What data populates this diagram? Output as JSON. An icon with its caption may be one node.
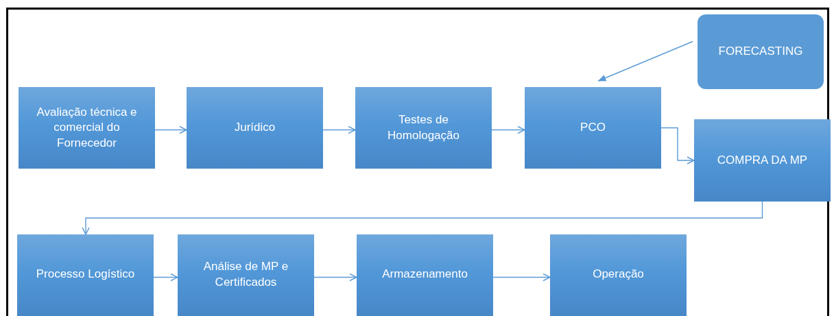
{
  "diagram": {
    "nodes": [
      {
        "text": [
          "Avaliação técnica e comercial do Fornecedor"
        ]
      },
      {
        "text": [
          "Jurídico"
        ]
      },
      {
        "text": [
          "Testes de Homologação"
        ]
      },
      {
        "text": [
          "PCO"
        ]
      },
      {
        "text": [
          "FORECASTING"
        ]
      },
      {
        "text": [
          "COMPRA DA MP"
        ]
      },
      {
        "text": [
          "Processo Logístico"
        ]
      },
      {
        "text": [
          "Análise de MP e Certificados"
        ]
      },
      {
        "text": [
          "Armazenamento"
        ]
      },
      {
        "text": [
          "Operação"
        ]
      }
    ],
    "edges": [
      {
        "from": 0,
        "to": 1,
        "arrow": "to"
      },
      {
        "from": 1,
        "to": 2,
        "arrow": "to"
      },
      {
        "from": 2,
        "to": 3,
        "arrow": "to"
      },
      {
        "from": 4,
        "to": 3,
        "arrow": "to"
      },
      {
        "from": 3,
        "to": 5,
        "arrow": "to"
      },
      {
        "from": 5,
        "to": 6,
        "arrow": "to"
      },
      {
        "from": 6,
        "to": 7,
        "arrow": "to"
      },
      {
        "from": 7,
        "to": 8,
        "arrow": "to"
      },
      {
        "from": 8,
        "to": 9,
        "arrow": "to"
      }
    ]
  }
}
